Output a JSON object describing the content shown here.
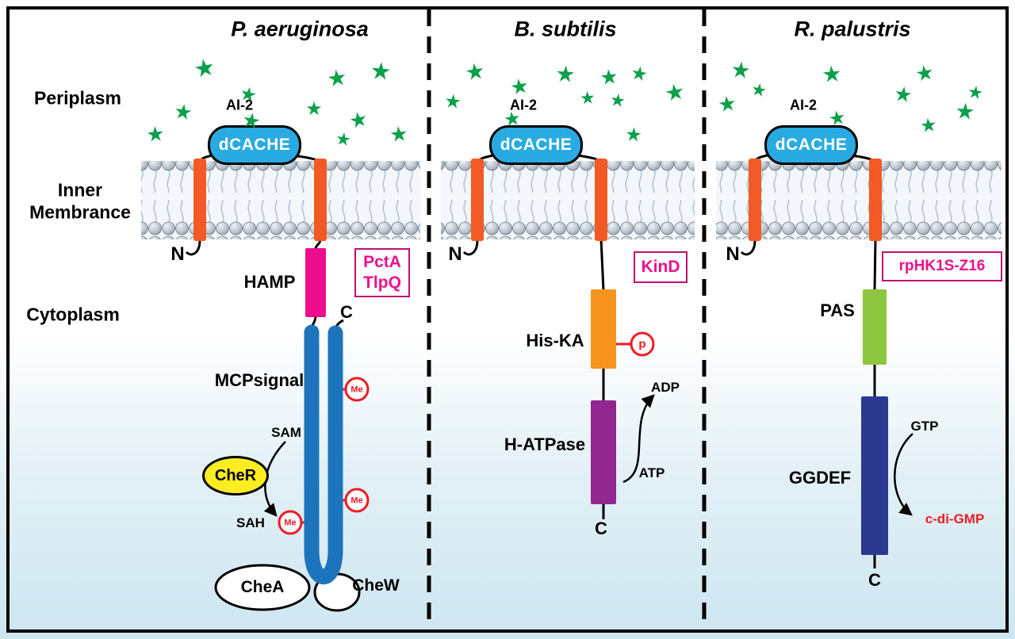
{
  "figure": {
    "regions": {
      "periplasm": "Periplasm",
      "inner_membrane_line1": "Inner",
      "inner_membrane_line2": "Membrance",
      "cytoplasm": "Cytoplasm"
    }
  },
  "panel1": {
    "title": "P. aeruginosa",
    "ai2_label": "AI-2",
    "dcache_label": "dCACHE",
    "n_terminus": "N",
    "c_terminus": "C",
    "hamp_label": "HAMP",
    "mcpsignal_label": "MCPsignal",
    "receptor_line1": "PctA",
    "receptor_line2": "TlpQ",
    "me_label": "Me",
    "sam_label": "SAM",
    "sah_label": "SAH",
    "cher_label": "CheR",
    "chea_label": "CheA",
    "chew_label": "CheW"
  },
  "panel2": {
    "title": "B. subtilis",
    "ai2_label": "AI-2",
    "dcache_label": "dCACHE",
    "n_terminus": "N",
    "c_terminus": "C",
    "receptor_label": "KinD",
    "hiska_label": "His-KA",
    "hatpase_label": "H-ATPase",
    "phospho_label": "p",
    "adp_label": "ADP",
    "atp_label": "ATP"
  },
  "panel3": {
    "title": "R. palustris",
    "ai2_label": "AI-2",
    "dcache_label": "dCACHE",
    "n_terminus": "N",
    "c_terminus": "C",
    "receptor_label": "rpHK1S-Z16",
    "pas_label": "PAS",
    "ggdef_label": "GGDEF",
    "gtp_label": "GTP",
    "cdigmp_label": "c-di-GMP"
  },
  "colors": {
    "star": "#0ba04a",
    "dcache": "#29abe2",
    "tm": "#f15a24",
    "hamp": "#ec0e8e",
    "mcp": "#1c75bc",
    "hiska": "#f7941e",
    "hatpase": "#92278f",
    "pas": "#8dc63f",
    "ggdef": "#2b3990",
    "cher": "#fced23",
    "pink": "#ec108c",
    "box_border": "#c01070",
    "mod": "#ed1c24",
    "cdigmp": "#ed1c24"
  }
}
